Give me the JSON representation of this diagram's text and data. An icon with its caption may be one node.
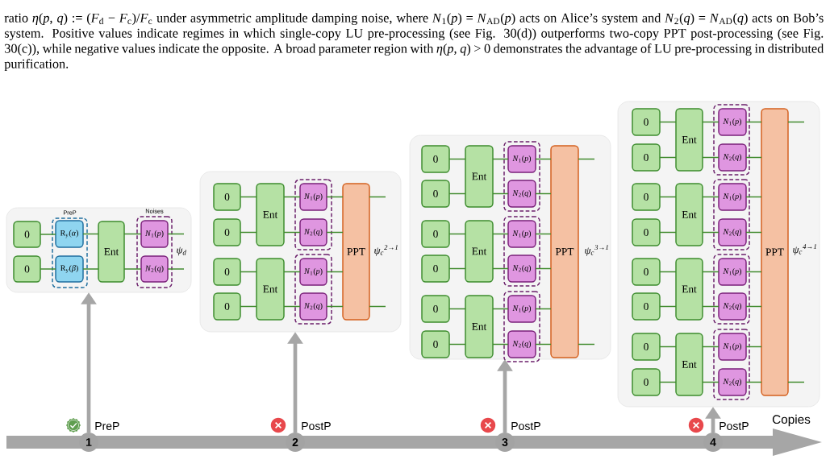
{
  "diagram": {
    "caption": "ratio *η*(*p*, *q*) := (*F*$_{d}$ − *F*$_{c}$)/*F*$_{c}$ under asymmetric amplitude damping noise, where *N*$_{1}$(*p*) = *N*$_{AD}$(*p*) acts on Alice’s system and *N*$_{2}$(*q*) = *N*$_{AD}$(*q*) acts on Bob’s system. Positive values indicate regimes in which single-copy LU pre-processing (see Fig. 30(d)) outperforms two-copy PPT post-processing (see Fig. 30(c)), while negative values indicate the opposite. A broad parameter region with *η*(*p*, *q*) > 0 demonstrates the advantage of LU pre-processing in distributed purification.",
    "nodes": [
      {
        "text": [
          "ψ$_{d}$"
        ]
      },
      {
        "text": [
          "0"
        ],
        "in": 0
      },
      {
        "text": [
          "0"
        ],
        "in": 0
      },
      {
        "text": [
          "PreP"
        ],
        "in": 0
      },
      {
        "text": [
          "R$_{y}$(*α*)"
        ],
        "in": 3
      },
      {
        "text": [
          "R$_{y}$(*β*)"
        ],
        "in": 3
      },
      {
        "text": [
          "Ent"
        ],
        "in": 0
      },
      {
        "text": [
          "Noises"
        ],
        "in": 0
      },
      {
        "text": [
          "*N*$_{1}$(*p*)"
        ],
        "in": 7
      },
      {
        "text": [
          "*N*$_{2}$(*q*)"
        ],
        "in": 7
      },
      {
        "text": [
          "ψ$_{c}$$^{2→1}$"
        ]
      },
      {
        "text": [
          "0"
        ],
        "in": 10
      },
      {
        "text": [
          "0"
        ],
        "in": 10
      },
      {
        "text": [
          "0"
        ],
        "in": 10
      },
      {
        "text": [
          "0"
        ],
        "in": 10
      },
      {
        "text": [
          "Ent"
        ],
        "in": 10
      },
      {
        "text": [
          "Ent"
        ],
        "in": 10
      },
      {
        "text": [],
        "shape": "box",
        "in": 10
      },
      {
        "text": [
          "*N*$_{1}$(*p*)"
        ],
        "in": 17
      },
      {
        "text": [
          "*N*$_{2}$(*q*)"
        ],
        "in": 17
      },
      {
        "text": [],
        "shape": "box",
        "in": 10
      },
      {
        "text": [
          "*N*$_{1}$(*p*)"
        ],
        "in": 20
      },
      {
        "text": [
          "*N*$_{2}$(*q*)"
        ],
        "in": 20
      },
      {
        "text": [
          "PPT"
        ],
        "in": 10
      },
      {
        "text": [
          "ψ$_{c}$$^{3→1}$"
        ]
      },
      {
        "text": [
          "0"
        ],
        "in": 24
      },
      {
        "text": [
          "0"
        ],
        "in": 24
      },
      {
        "text": [
          "0"
        ],
        "in": 24
      },
      {
        "text": [
          "0"
        ],
        "in": 24
      },
      {
        "text": [
          "0"
        ],
        "in": 24
      },
      {
        "text": [
          "0"
        ],
        "in": 24
      },
      {
        "text": [
          "Ent"
        ],
        "in": 24
      },
      {
        "text": [
          "Ent"
        ],
        "in": 24
      },
      {
        "text": [
          "Ent"
        ],
        "in": 24
      },
      {
        "text": [],
        "shape": "box",
        "in": 24
      },
      {
        "text": [
          "*N*$_{1}$(*p*)"
        ],
        "in": 34
      },
      {
        "text": [
          "*N*$_{2}$(*q*)"
        ],
        "in": 34
      },
      {
        "text": [],
        "shape": "box",
        "in": 24
      },
      {
        "text": [
          "*N*$_{1}$(*p*)"
        ],
        "in": 37
      },
      {
        "text": [
          "*N*$_{2}$(*q*)"
        ],
        "in": 37
      },
      {
        "text": [],
        "shape": "box",
        "in": 24
      },
      {
        "text": [
          "*N*$_{1}$(*p*)"
        ],
        "in": 40
      },
      {
        "text": [
          "*N*$_{2}$(*q*)"
        ],
        "in": 40
      },
      {
        "text": [
          "PPT"
        ],
        "in": 24
      },
      {
        "text": [
          "ψ$_{c}$$^{4→1}$"
        ]
      },
      {
        "text": [
          "0"
        ],
        "in": 44
      },
      {
        "text": [
          "0"
        ],
        "in": 44
      },
      {
        "text": [
          "0"
        ],
        "in": 44
      },
      {
        "text": [
          "0"
        ],
        "in": 44
      },
      {
        "text": [
          "0"
        ],
        "in": 44
      },
      {
        "text": [
          "0"
        ],
        "in": 44
      },
      {
        "text": [
          "0"
        ],
        "in": 44
      },
      {
        "text": [
          "0"
        ],
        "in": 44
      },
      {
        "text": [
          "Ent"
        ],
        "in": 44
      },
      {
        "text": [
          "Ent"
        ],
        "in": 44
      },
      {
        "text": [
          "Ent"
        ],
        "in": 44
      },
      {
        "text": [
          "Ent"
        ],
        "in": 44
      },
      {
        "text": [],
        "shape": "box",
        "in": 44
      },
      {
        "text": [
          "*N*$_{1}$(*p*)"
        ],
        "in": 57
      },
      {
        "text": [
          "*N*$_{2}$(*q*)"
        ],
        "in": 57
      },
      {
        "text": [],
        "shape": "box",
        "in": 44
      },
      {
        "text": [
          "*N*$_{1}$(*p*)"
        ],
        "in": 60
      },
      {
        "text": [
          "*N*$_{2}$(*q*)"
        ],
        "in": 60
      },
      {
        "text": [],
        "shape": "box",
        "in": 44
      },
      {
        "text": [
          "*N*$_{1}$(*p*)"
        ],
        "in": 63
      },
      {
        "text": [
          "*N*$_{2}$(*q*)"
        ],
        "in": 63
      },
      {
        "text": [],
        "shape": "box",
        "in": 44
      },
      {
        "text": [
          "*N*$_{1}$(*p*)"
        ],
        "in": 66
      },
      {
        "text": [
          "*N*$_{2}$(*q*)"
        ],
        "in": 66
      },
      {
        "text": [
          "PPT"
        ],
        "in": 44
      },
      {
        "text": [
          "1"
        ],
        "beside": [
          "PreP"
        ]
      },
      {
        "text": [
          "2"
        ],
        "beside": [
          "PostP"
        ]
      },
      {
        "text": [
          "3"
        ],
        "beside": [
          "PostP"
        ]
      },
      {
        "text": [
          "4"
        ],
        "beside": [
          "PostP"
        ]
      }
    ],
    "edges": [
      {
        "from": 1,
        "to": 4,
        "arrow": "none"
      },
      {
        "from": 4,
        "to": 6,
        "arrow": "none"
      },
      {
        "from": 6,
        "to": 8,
        "arrow": "none"
      },
      {
        "from": 8,
        "to": null,
        "arrow": "none"
      },
      {
        "from": 2,
        "to": 5,
        "arrow": "none"
      },
      {
        "from": 5,
        "to": 6,
        "arrow": "none"
      },
      {
        "from": 6,
        "to": 9,
        "arrow": "none"
      },
      {
        "from": 9,
        "to": null,
        "arrow": "none"
      },
      {
        "from": 11,
        "to": 15,
        "arrow": "none"
      },
      {
        "from": 12,
        "to": 15,
        "arrow": "none"
      },
      {
        "from": 13,
        "to": 16,
        "arrow": "none"
      },
      {
        "from": 14,
        "to": 16,
        "arrow": "none"
      },
      {
        "from": 15,
        "to": 18,
        "arrow": "none"
      },
      {
        "from": 15,
        "to": 19,
        "arrow": "none"
      },
      {
        "from": 16,
        "to": 21,
        "arrow": "none"
      },
      {
        "from": 16,
        "to": 22,
        "arrow": "none"
      },
      {
        "from": 18,
        "to": 23,
        "arrow": "none"
      },
      {
        "from": 19,
        "to": 23,
        "arrow": "none"
      },
      {
        "from": 21,
        "to": 23,
        "arrow": "none"
      },
      {
        "from": 22,
        "to": 23,
        "arrow": "none"
      },
      {
        "from": 23,
        "to": null,
        "arrow": "none"
      },
      {
        "from": 23,
        "to": null,
        "arrow": "none"
      },
      {
        "from": 25,
        "to": 31,
        "arrow": "none"
      },
      {
        "from": 26,
        "to": 31,
        "arrow": "none"
      },
      {
        "from": 27,
        "to": 32,
        "arrow": "none"
      },
      {
        "from": 28,
        "to": 32,
        "arrow": "none"
      },
      {
        "from": 29,
        "to": 33,
        "arrow": "none"
      },
      {
        "from": 30,
        "to": 33,
        "arrow": "none"
      },
      {
        "from": 31,
        "to": 35,
        "arrow": "none"
      },
      {
        "from": 31,
        "to": 36,
        "arrow": "none"
      },
      {
        "from": 32,
        "to": 38,
        "arrow": "none"
      },
      {
        "from": 32,
        "to": 39,
        "arrow": "none"
      },
      {
        "from": 33,
        "to": 41,
        "arrow": "none"
      },
      {
        "from": 33,
        "to": 42,
        "arrow": "none"
      },
      {
        "from": 35,
        "to": 43,
        "arrow": "none"
      },
      {
        "from": 36,
        "to": 43,
        "arrow": "none"
      },
      {
        "from": 38,
        "to": 43,
        "arrow": "none"
      },
      {
        "from": 39,
        "to": 43,
        "arrow": "none"
      },
      {
        "from": 41,
        "to": 43,
        "arrow": "none"
      },
      {
        "from": 42,
        "to": 43,
        "arrow": "none"
      },
      {
        "from": 43,
        "to": null,
        "arrow": "none"
      },
      {
        "from": 43,
        "to": null,
        "arrow": "none"
      },
      {
        "from": 45,
        "to": 53,
        "arrow": "none"
      },
      {
        "from": 46,
        "to": 53,
        "arrow": "none"
      },
      {
        "from": 47,
        "to": 54,
        "arrow": "none"
      },
      {
        "from": 48,
        "to": 54,
        "arrow": "none"
      },
      {
        "from": 49,
        "to": 55,
        "arrow": "none"
      },
      {
        "from": 50,
        "to": 55,
        "arrow": "none"
      },
      {
        "from": 51,
        "to": 56,
        "arrow": "none"
      },
      {
        "from": 52,
        "to": 56,
        "arrow": "none"
      },
      {
        "from": 53,
        "to": 58,
        "arrow": "none"
      },
      {
        "from": 53,
        "to": 59,
        "arrow": "none"
      },
      {
        "from": 54,
        "to": 61,
        "arrow": "none"
      },
      {
        "from": 54,
        "to": 62,
        "arrow": "none"
      },
      {
        "from": 55,
        "to": 64,
        "arrow": "none"
      },
      {
        "from": 55,
        "to": 65,
        "arrow": "none"
      },
      {
        "from": 56,
        "to": 67,
        "arrow": "none"
      },
      {
        "from": 56,
        "to": 68,
        "arrow": "none"
      },
      {
        "from": 58,
        "to": 69,
        "arrow": "none"
      },
      {
        "from": 59,
        "to": 69,
        "arrow": "none"
      },
      {
        "from": 61,
        "to": 69,
        "arrow": "none"
      },
      {
        "from": 62,
        "to": 69,
        "arrow": "none"
      },
      {
        "from": 64,
        "to": 69,
        "arrow": "none"
      },
      {
        "from": 65,
        "to": 69,
        "arrow": "none"
      },
      {
        "from": 67,
        "to": 69,
        "arrow": "none"
      },
      {
        "from": 68,
        "to": 69,
        "arrow": "none"
      },
      {
        "from": 69,
        "to": null,
        "arrow": "none"
      },
      {
        "from": 69,
        "to": null,
        "arrow": "none"
      },
      {
        "from": 70,
        "to": 0,
        "arrow": "to",
        "style": "thick",
        "color": "#a6a6a6"
      },
      {
        "from": 71,
        "to": 10,
        "arrow": "to",
        "style": "thick",
        "color": "#a6a6a6"
      },
      {
        "from": 72,
        "to": 24,
        "arrow": "to",
        "style": "thick",
        "color": "#a6a6a6"
      },
      {
        "from": 73,
        "to": 44,
        "arrow": "to",
        "style": "thick",
        "color": "#a6a6a6"
      }
    ],
    "labels": [
      "Copies"
    ]
  }
}
